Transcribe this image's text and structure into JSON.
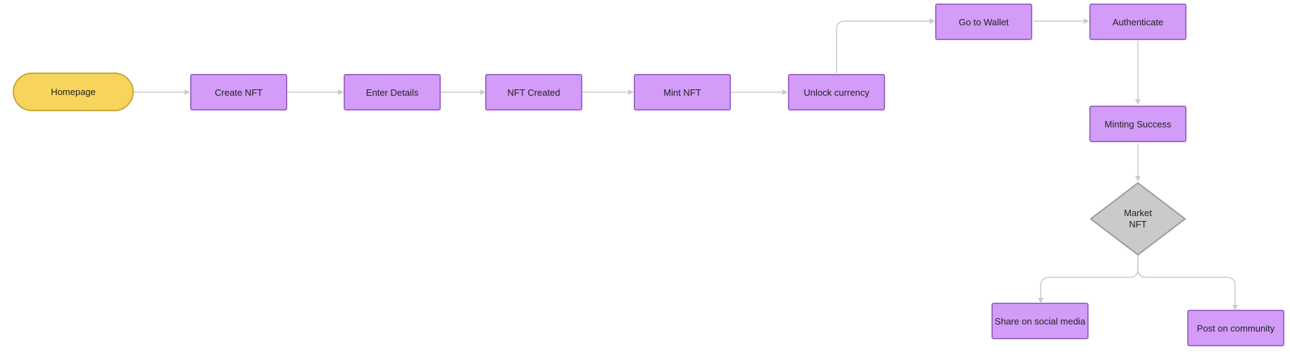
{
  "nodes": {
    "homepage": "Homepage",
    "create_nft": "Create NFT",
    "enter_details": "Enter Details",
    "nft_created": "NFT Created",
    "mint_nft": "Mint NFT",
    "unlock_currency": "Unlock currency",
    "go_to_wallet": "Go to Wallet",
    "authenticate": "Authenticate",
    "minting_success": "Minting Success",
    "market_nft": "Market\nNFT",
    "share_social": "Share on social media",
    "post_community": "Post on community"
  },
  "colors": {
    "process_fill": "#d39cf8",
    "process_border": "#a06bc8",
    "terminal_fill": "#f7d55c",
    "terminal_border": "#c9a93c",
    "decision_fill": "#cbcaca",
    "decision_border": "#9a9a9a",
    "connector": "#cccccc"
  }
}
